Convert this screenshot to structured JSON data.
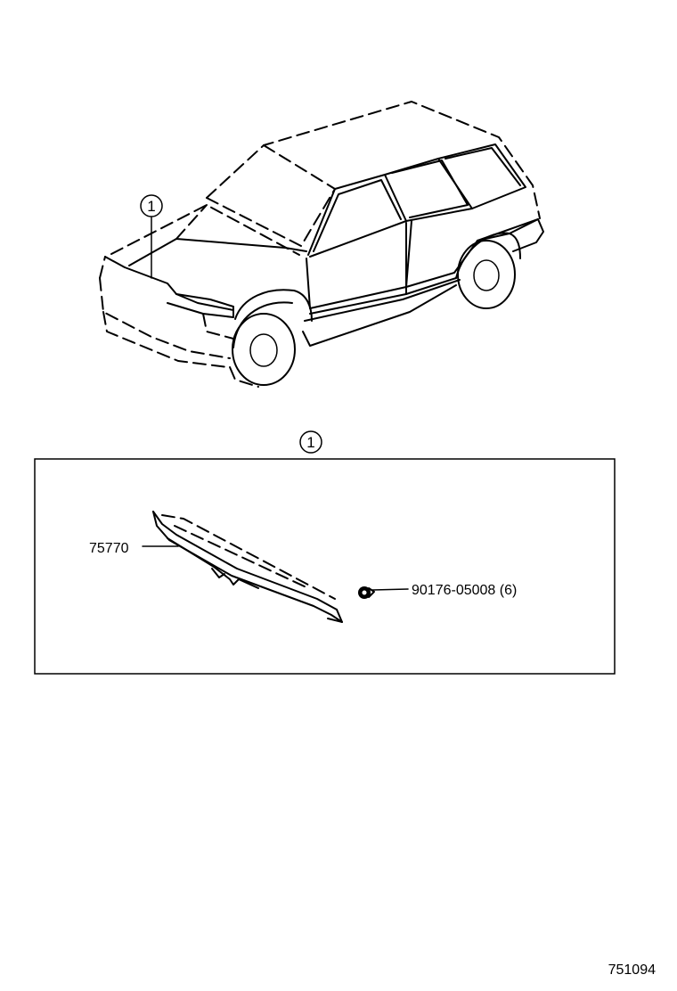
{
  "callout": {
    "number": "1"
  },
  "parts": [
    {
      "part_number": "75770"
    },
    {
      "part_number": "90176-05008 (6)"
    }
  ],
  "illustration_number": "751094",
  "colors": {
    "line": "#000000",
    "background": "#ffffff"
  },
  "icons": [
    "vehicle-outline-icon",
    "hood-molding-icon",
    "clip-icon"
  ]
}
